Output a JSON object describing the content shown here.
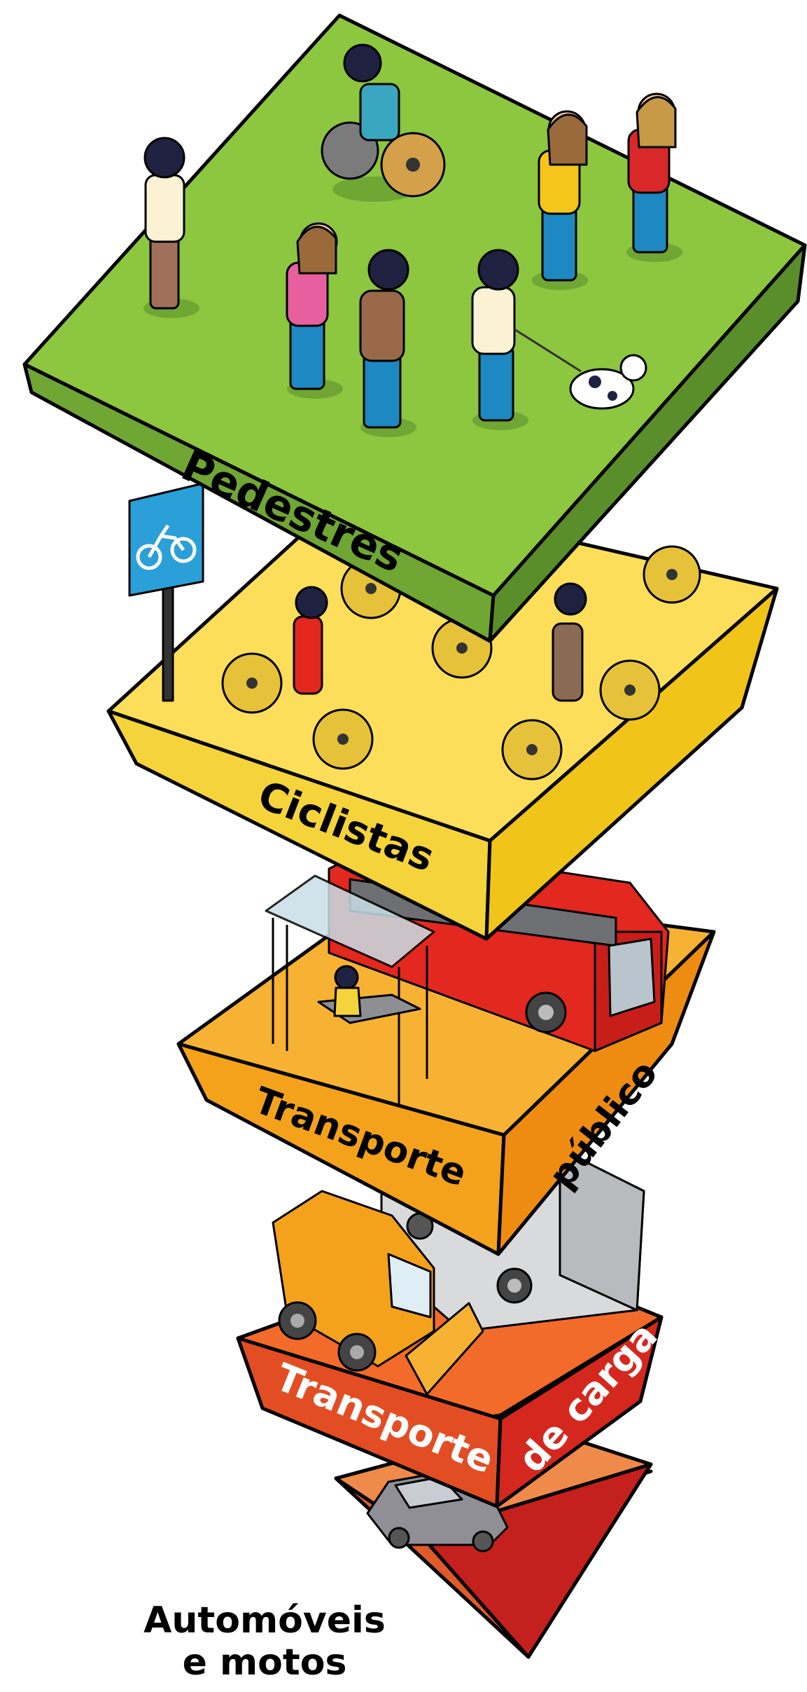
{
  "levels": {
    "pedestres": {
      "label": "Pedestres",
      "top": "#8dc63f",
      "left": "#6fa634",
      "front": "#5a8e2a"
    },
    "ciclistas": {
      "label": "Ciclistas",
      "top": "#fcde5a",
      "left": "#f5d33b",
      "front": "#f0c419"
    },
    "transporte_publico": {
      "label_a": "Transporte",
      "label_b": "público",
      "top": "#f7b233",
      "left": "#f4a21c",
      "front": "#ee8c12"
    },
    "transporte_carga": {
      "label_a": "Transporte",
      "label_b": "de carga",
      "top": "#f26b2a",
      "left": "#e34d24",
      "front": "#d4281f"
    },
    "automoveis": {
      "label_line1": "Automóveis",
      "label_line2": "e motos",
      "top": "#f08a4b",
      "left": "#e05a2b",
      "front": "#c4201e"
    }
  },
  "signs": {
    "bike_sign_icon": "bicycle-icon",
    "sign_color": "#2b9fd8"
  }
}
